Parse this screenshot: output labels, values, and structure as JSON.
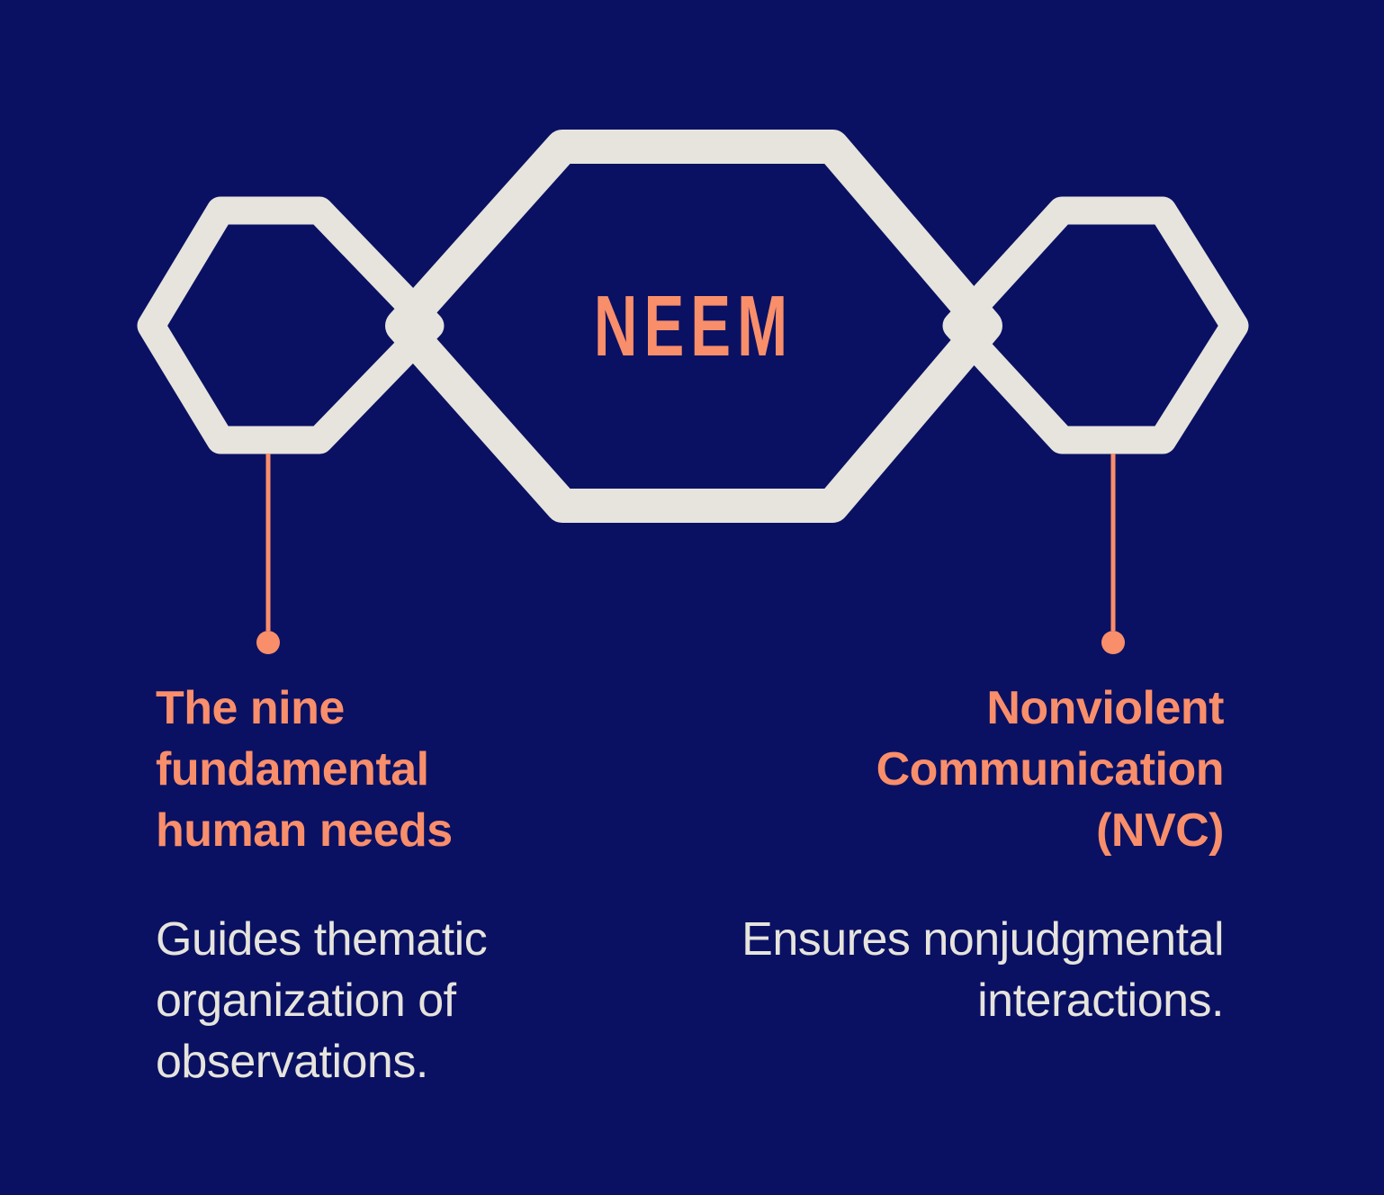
{
  "colors": {
    "background": "#0A1163",
    "cream": "#E6E4DC",
    "orange": "#F98E6B"
  },
  "diagram": {
    "center_label": "NEEM"
  },
  "left": {
    "heading": "The nine\nfundamental\nhuman needs",
    "body": "Guides thematic\norganization of\nobservations."
  },
  "right": {
    "heading": "Nonviolent\nCommunication\n(NVC)",
    "body": "Ensures nonjudgmental\ninteractions."
  }
}
